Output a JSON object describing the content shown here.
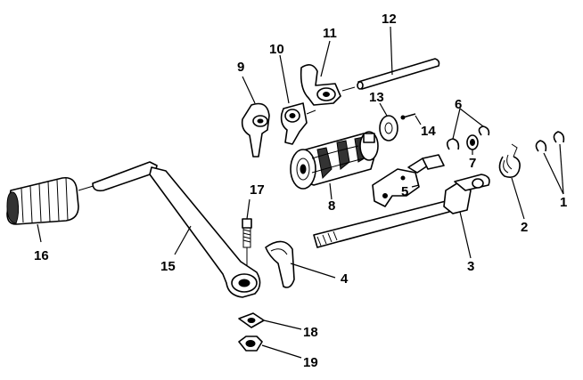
{
  "diagram": {
    "type": "exploded-parts-view",
    "parts": [
      {
        "id": "part-1",
        "label": "1"
      },
      {
        "id": "part-2",
        "label": "2"
      },
      {
        "id": "part-3",
        "label": "3"
      },
      {
        "id": "part-4",
        "label": "4"
      },
      {
        "id": "part-5",
        "label": "5"
      },
      {
        "id": "part-6",
        "label": "6"
      },
      {
        "id": "part-7",
        "label": "7"
      },
      {
        "id": "part-8",
        "label": "8"
      },
      {
        "id": "part-9",
        "label": "9"
      },
      {
        "id": "part-10",
        "label": "10"
      },
      {
        "id": "part-11",
        "label": "11"
      },
      {
        "id": "part-12",
        "label": "12"
      },
      {
        "id": "part-13",
        "label": "13"
      },
      {
        "id": "part-14",
        "label": "14"
      },
      {
        "id": "part-15",
        "label": "15"
      },
      {
        "id": "part-16",
        "label": "16"
      },
      {
        "id": "part-17",
        "label": "17"
      },
      {
        "id": "part-18",
        "label": "18"
      },
      {
        "id": "part-19",
        "label": "19"
      }
    ]
  }
}
